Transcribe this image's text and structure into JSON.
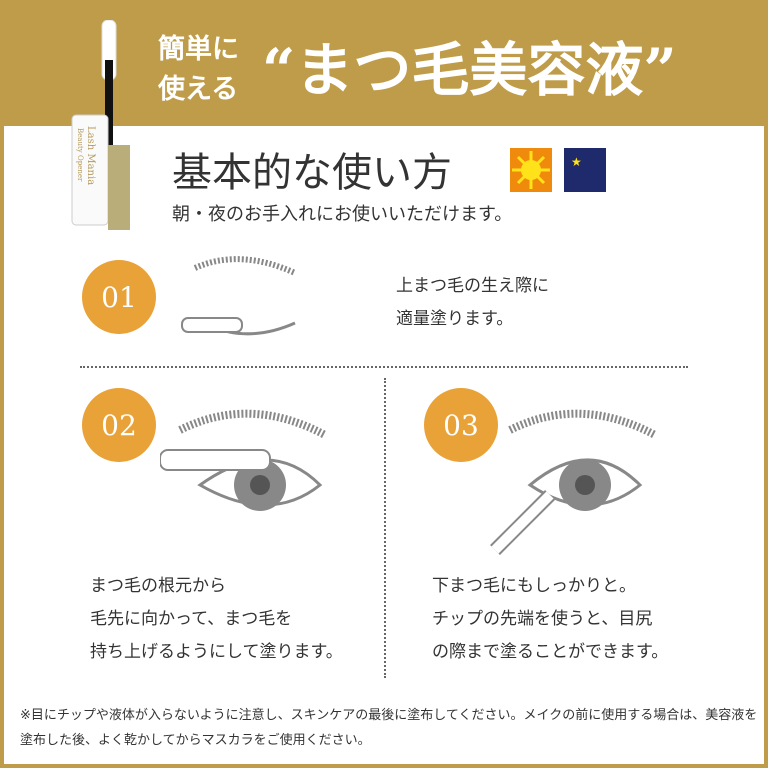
{
  "header": {
    "line1a": "簡単に",
    "line1b": "使える",
    "main": "“まつ毛美容液”"
  },
  "product": {
    "brand": "Beauty Opener",
    "name": "Lash Mania"
  },
  "section": {
    "title": "基本的な使い方",
    "subtitle": "朝・夜のお手入れにお使いいただけます。",
    "icons": [
      "sun-icon",
      "moon-icon"
    ]
  },
  "steps": [
    {
      "num": "01",
      "lines": [
        "上まつ毛の生え際に",
        "適量塗ります。"
      ]
    },
    {
      "num": "02",
      "lines": [
        "まつ毛の根元から",
        "毛先に向かって、まつ毛を",
        "持ち上げるようにして塗ります。"
      ]
    },
    {
      "num": "03",
      "lines": [
        "下まつ毛にもしっかりと。",
        "チップの先端を使うと、目尻",
        "の際まで塗ることができます。"
      ]
    }
  ],
  "note": "※目にチップや液体が入らないように注意し、スキンケアの最後に塗布してください。メイクの前に使用する場合は、美容液を塗布した後、よく乾かしてからマスカラをご使用ください。",
  "colors": {
    "gold": "#bf9c49",
    "orange": "#e9a237",
    "navy": "#1e2a6b"
  }
}
